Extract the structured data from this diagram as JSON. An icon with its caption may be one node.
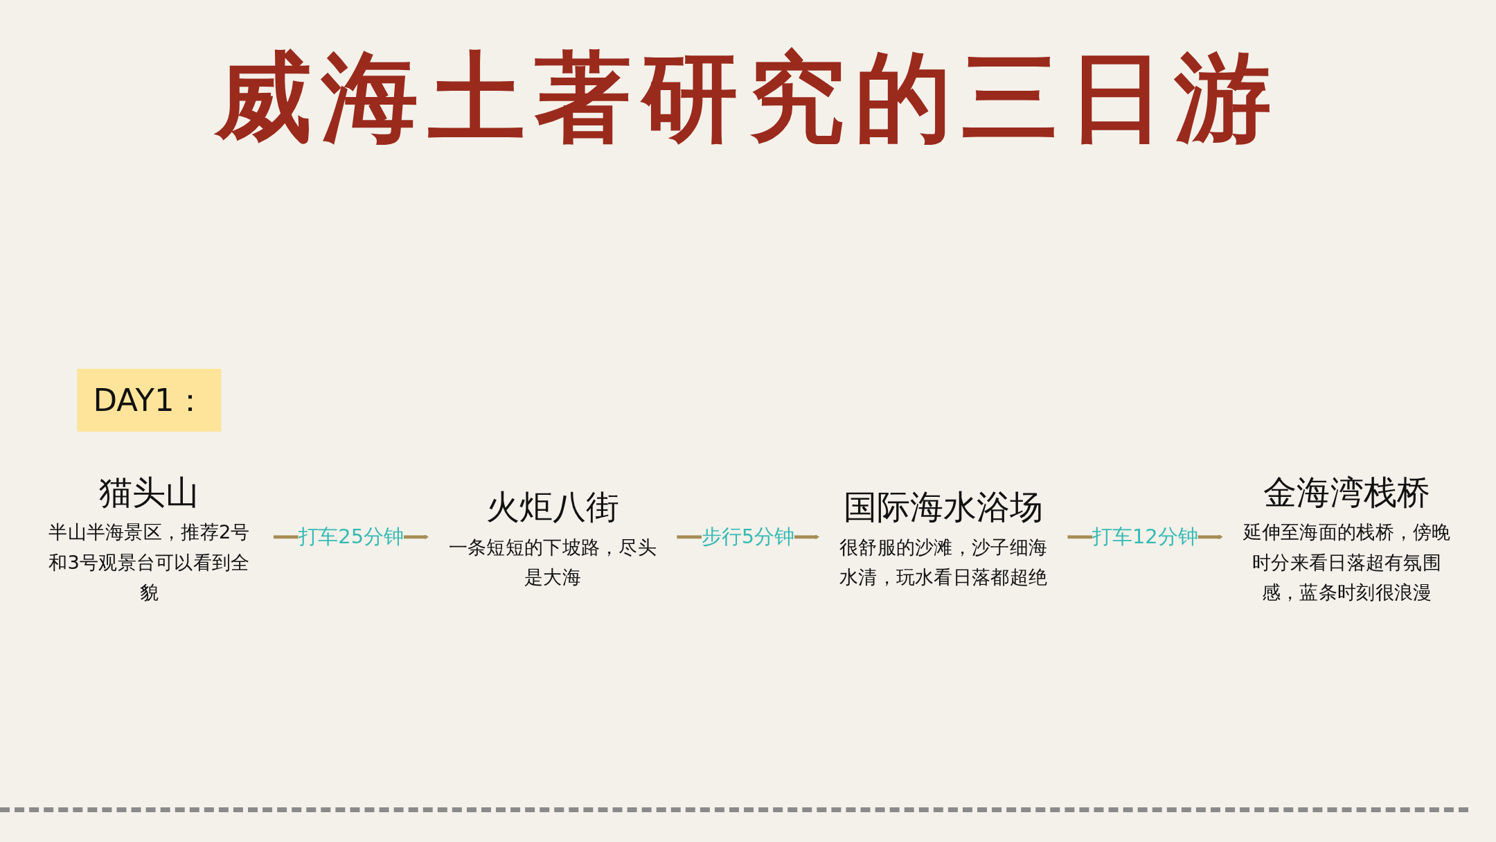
{
  "diagram": {
    "title": "威海土著研究的三日游",
    "nodes": [
      {
        "text": [
          "DAY1："
        ]
      },
      {
        "text": [
          "猫头山",
          "半山半海景区，推荐2号和3号观景台可以看到全貌"
        ]
      },
      {
        "text": [
          "火炬八街",
          "一条短短的下坡路，尽头是大海"
        ]
      },
      {
        "text": [
          "国际海水浴场",
          "很舒服的沙滩，沙子细海水清，玩水看日落都超绝"
        ]
      },
      {
        "text": [
          "金海湾栈桥",
          "延伸至海面的栈桥，傍晚时分来看日落超有氛围感，蓝条时刻很浪漫"
        ]
      }
    ],
    "edges": [
      {
        "from": 1,
        "to": 2,
        "arrow": "to",
        "label": "打车25分钟"
      },
      {
        "from": 2,
        "to": 3,
        "arrow": "to",
        "label": "步行5分钟"
      },
      {
        "from": 3,
        "to": 4,
        "arrow": "to",
        "label": "打车12分钟"
      }
    ]
  }
}
